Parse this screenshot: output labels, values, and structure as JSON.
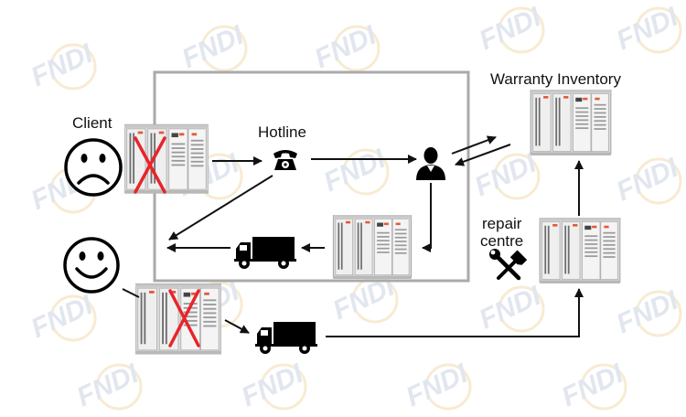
{
  "labels": {
    "client": "Client",
    "hotline": "Hotline",
    "warranty_inventory": "Warranty Inventory",
    "repair_line1": "repair",
    "repair_line2": "centre"
  },
  "watermark": {
    "text": "FNDI",
    "color": "#c9d3e3",
    "ring_color": "#f2dcae"
  },
  "icons": {
    "sad_face": "sad-face-icon",
    "happy_face": "happy-face-icon",
    "telephone": "telephone-icon",
    "person": "person-icon",
    "truck": "truck-icon",
    "tools": "wrench-hammer-icon",
    "cabinet": "inverter-cabinet",
    "faulty_mark": "red-x-icon"
  },
  "colors": {
    "frame": "#aaaaaa",
    "arrow": "#111111",
    "fault_x": "#e8242a",
    "cabinet_body": "#e6e6e6",
    "cabinet_accent": "#e15b3a"
  }
}
